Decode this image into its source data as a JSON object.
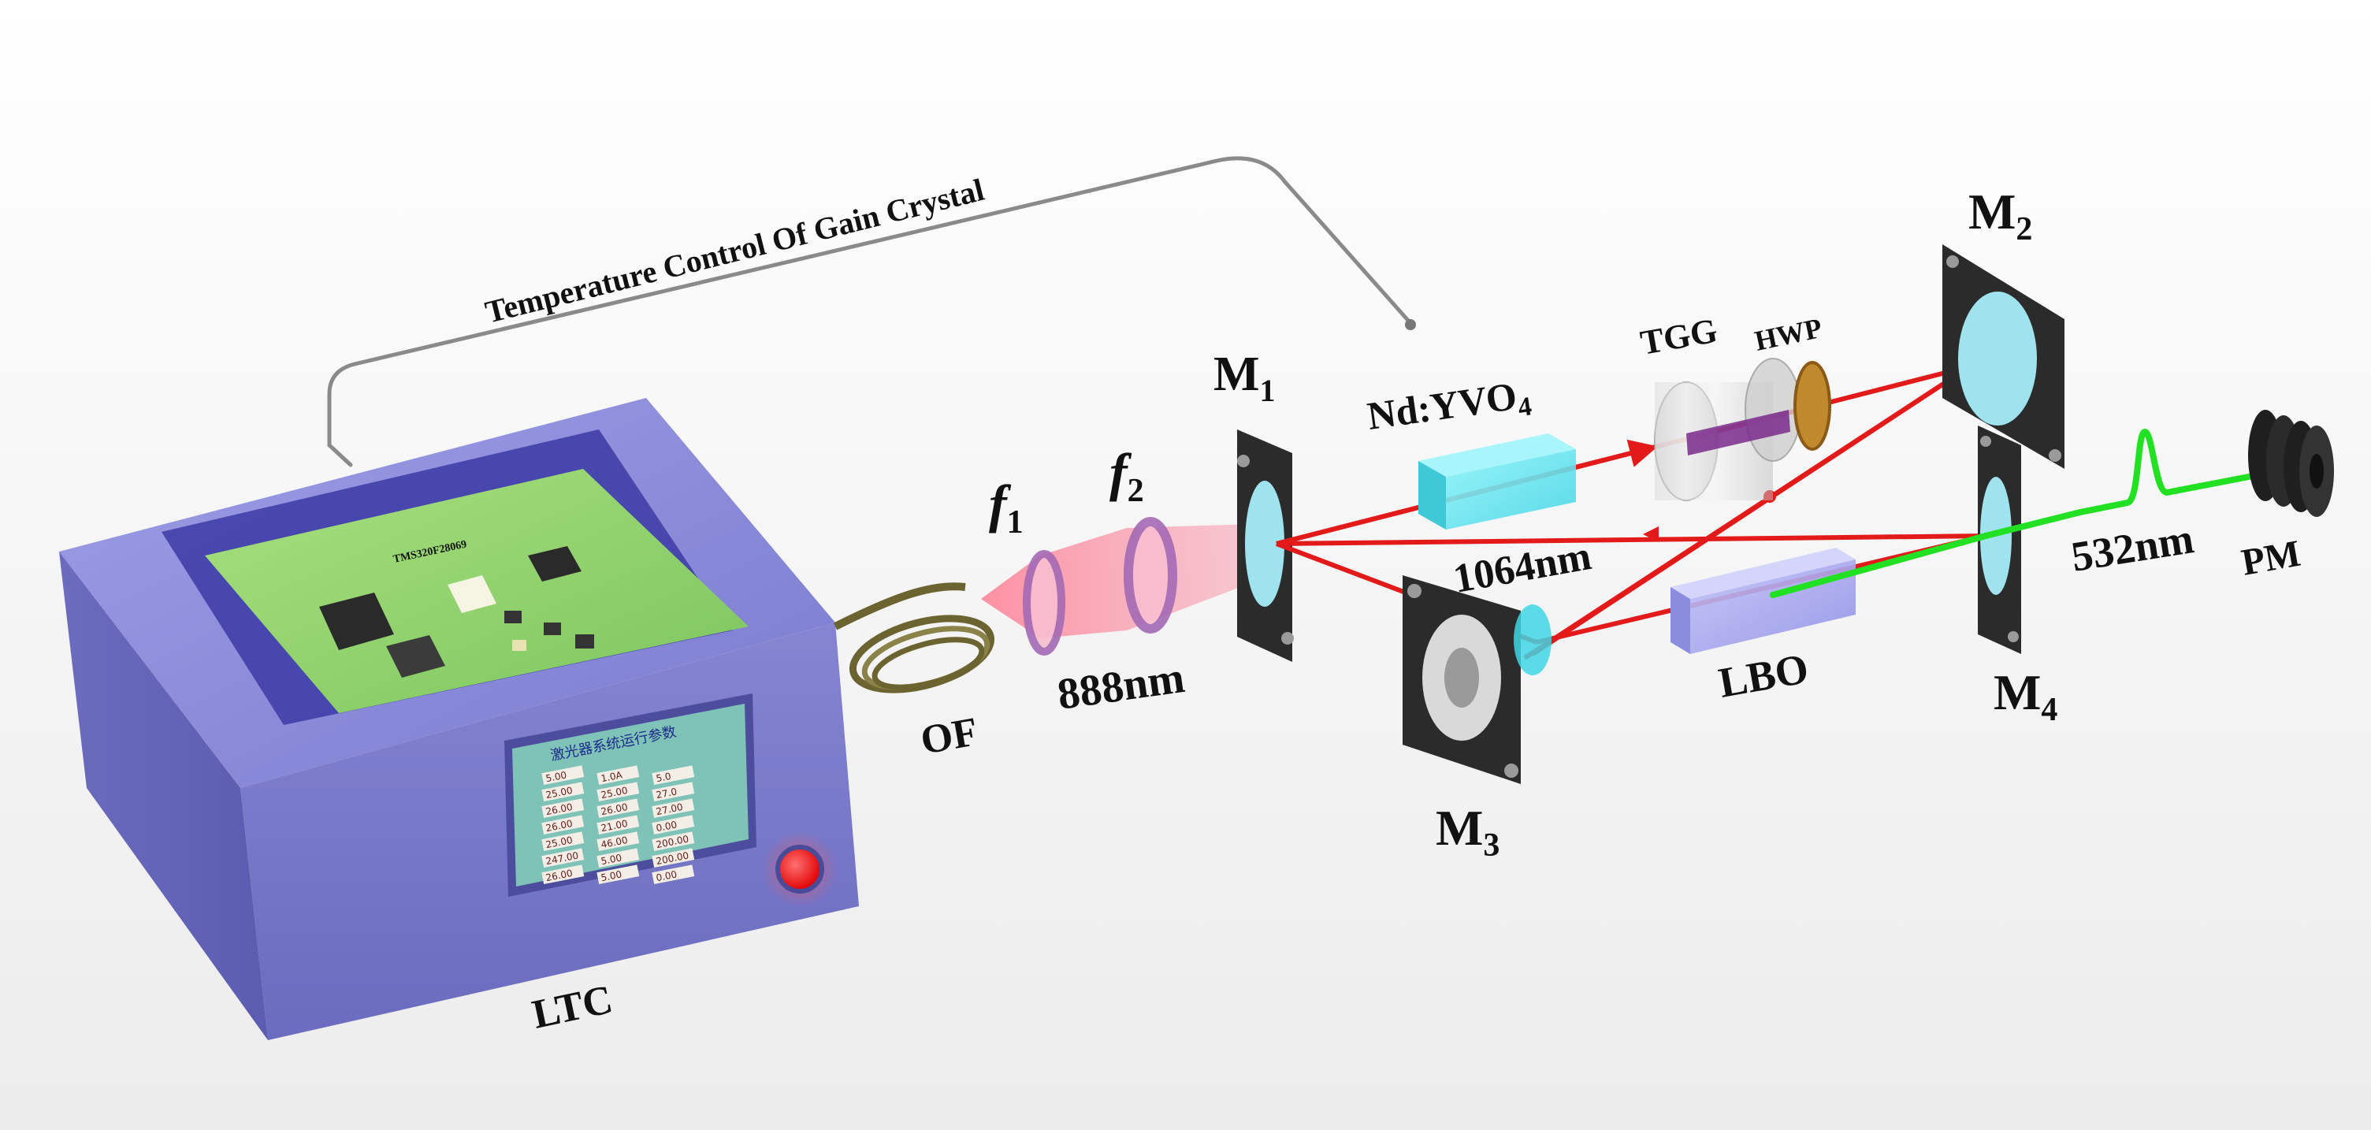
{
  "labels": {
    "temp_control": "Temperature Control Of Gain Crystal",
    "ltc": "LTC",
    "of": "OF",
    "f1_base": "f",
    "f1_sub": "1",
    "f2_base": "f",
    "f2_sub": "2",
    "pump_wavelength": "888nm",
    "m1_base": "M",
    "m1_sub": "1",
    "m2_base": "M",
    "m2_sub": "2",
    "m3_base": "M",
    "m3_sub": "3",
    "m4_base": "M",
    "m4_sub": "4",
    "crystal_base": "Nd:YVO",
    "crystal_sub": "4",
    "tgg": "TGG",
    "hwp": "HWP",
    "fundamental_wavelength": "1064nm",
    "lbo": "LBO",
    "shg_wavelength": "532nm",
    "pm": "PM"
  },
  "pcb_text": "TMS320F28069",
  "screen": {
    "title": "激光器系统运行参数",
    "rows": [
      [
        "5.00",
        "1.0A",
        "5.0"
      ],
      [
        "25.00",
        "25.00",
        "27.0"
      ],
      [
        "26.00",
        "26.00",
        "27.00"
      ],
      [
        "26.00",
        "21.00",
        "0.00"
      ],
      [
        "25.00",
        "46.00",
        "200.00"
      ],
      [
        "247.00",
        "5.00",
        "200.00"
      ],
      [
        "26.00",
        "5.00",
        "0.00"
      ]
    ]
  },
  "colors": {
    "housing": "#8f8fdc",
    "housing_dark": "#5a5aa8",
    "pcb": "#8ed36c",
    "pump_beam": "#f08a9a",
    "pump_label": "#e9788f",
    "fundamental_beam": "#e21a1a",
    "fundamental_label": "#e80e0e",
    "shg_beam": "#22e022",
    "shg_label": "#1fd81f",
    "crystal": "#69e9f2",
    "lbo": "#a8a8f0",
    "mirror_frame": "#2b2b2b",
    "mirror_glass": "#9fe3ef",
    "knob": "#ff1a1a"
  }
}
